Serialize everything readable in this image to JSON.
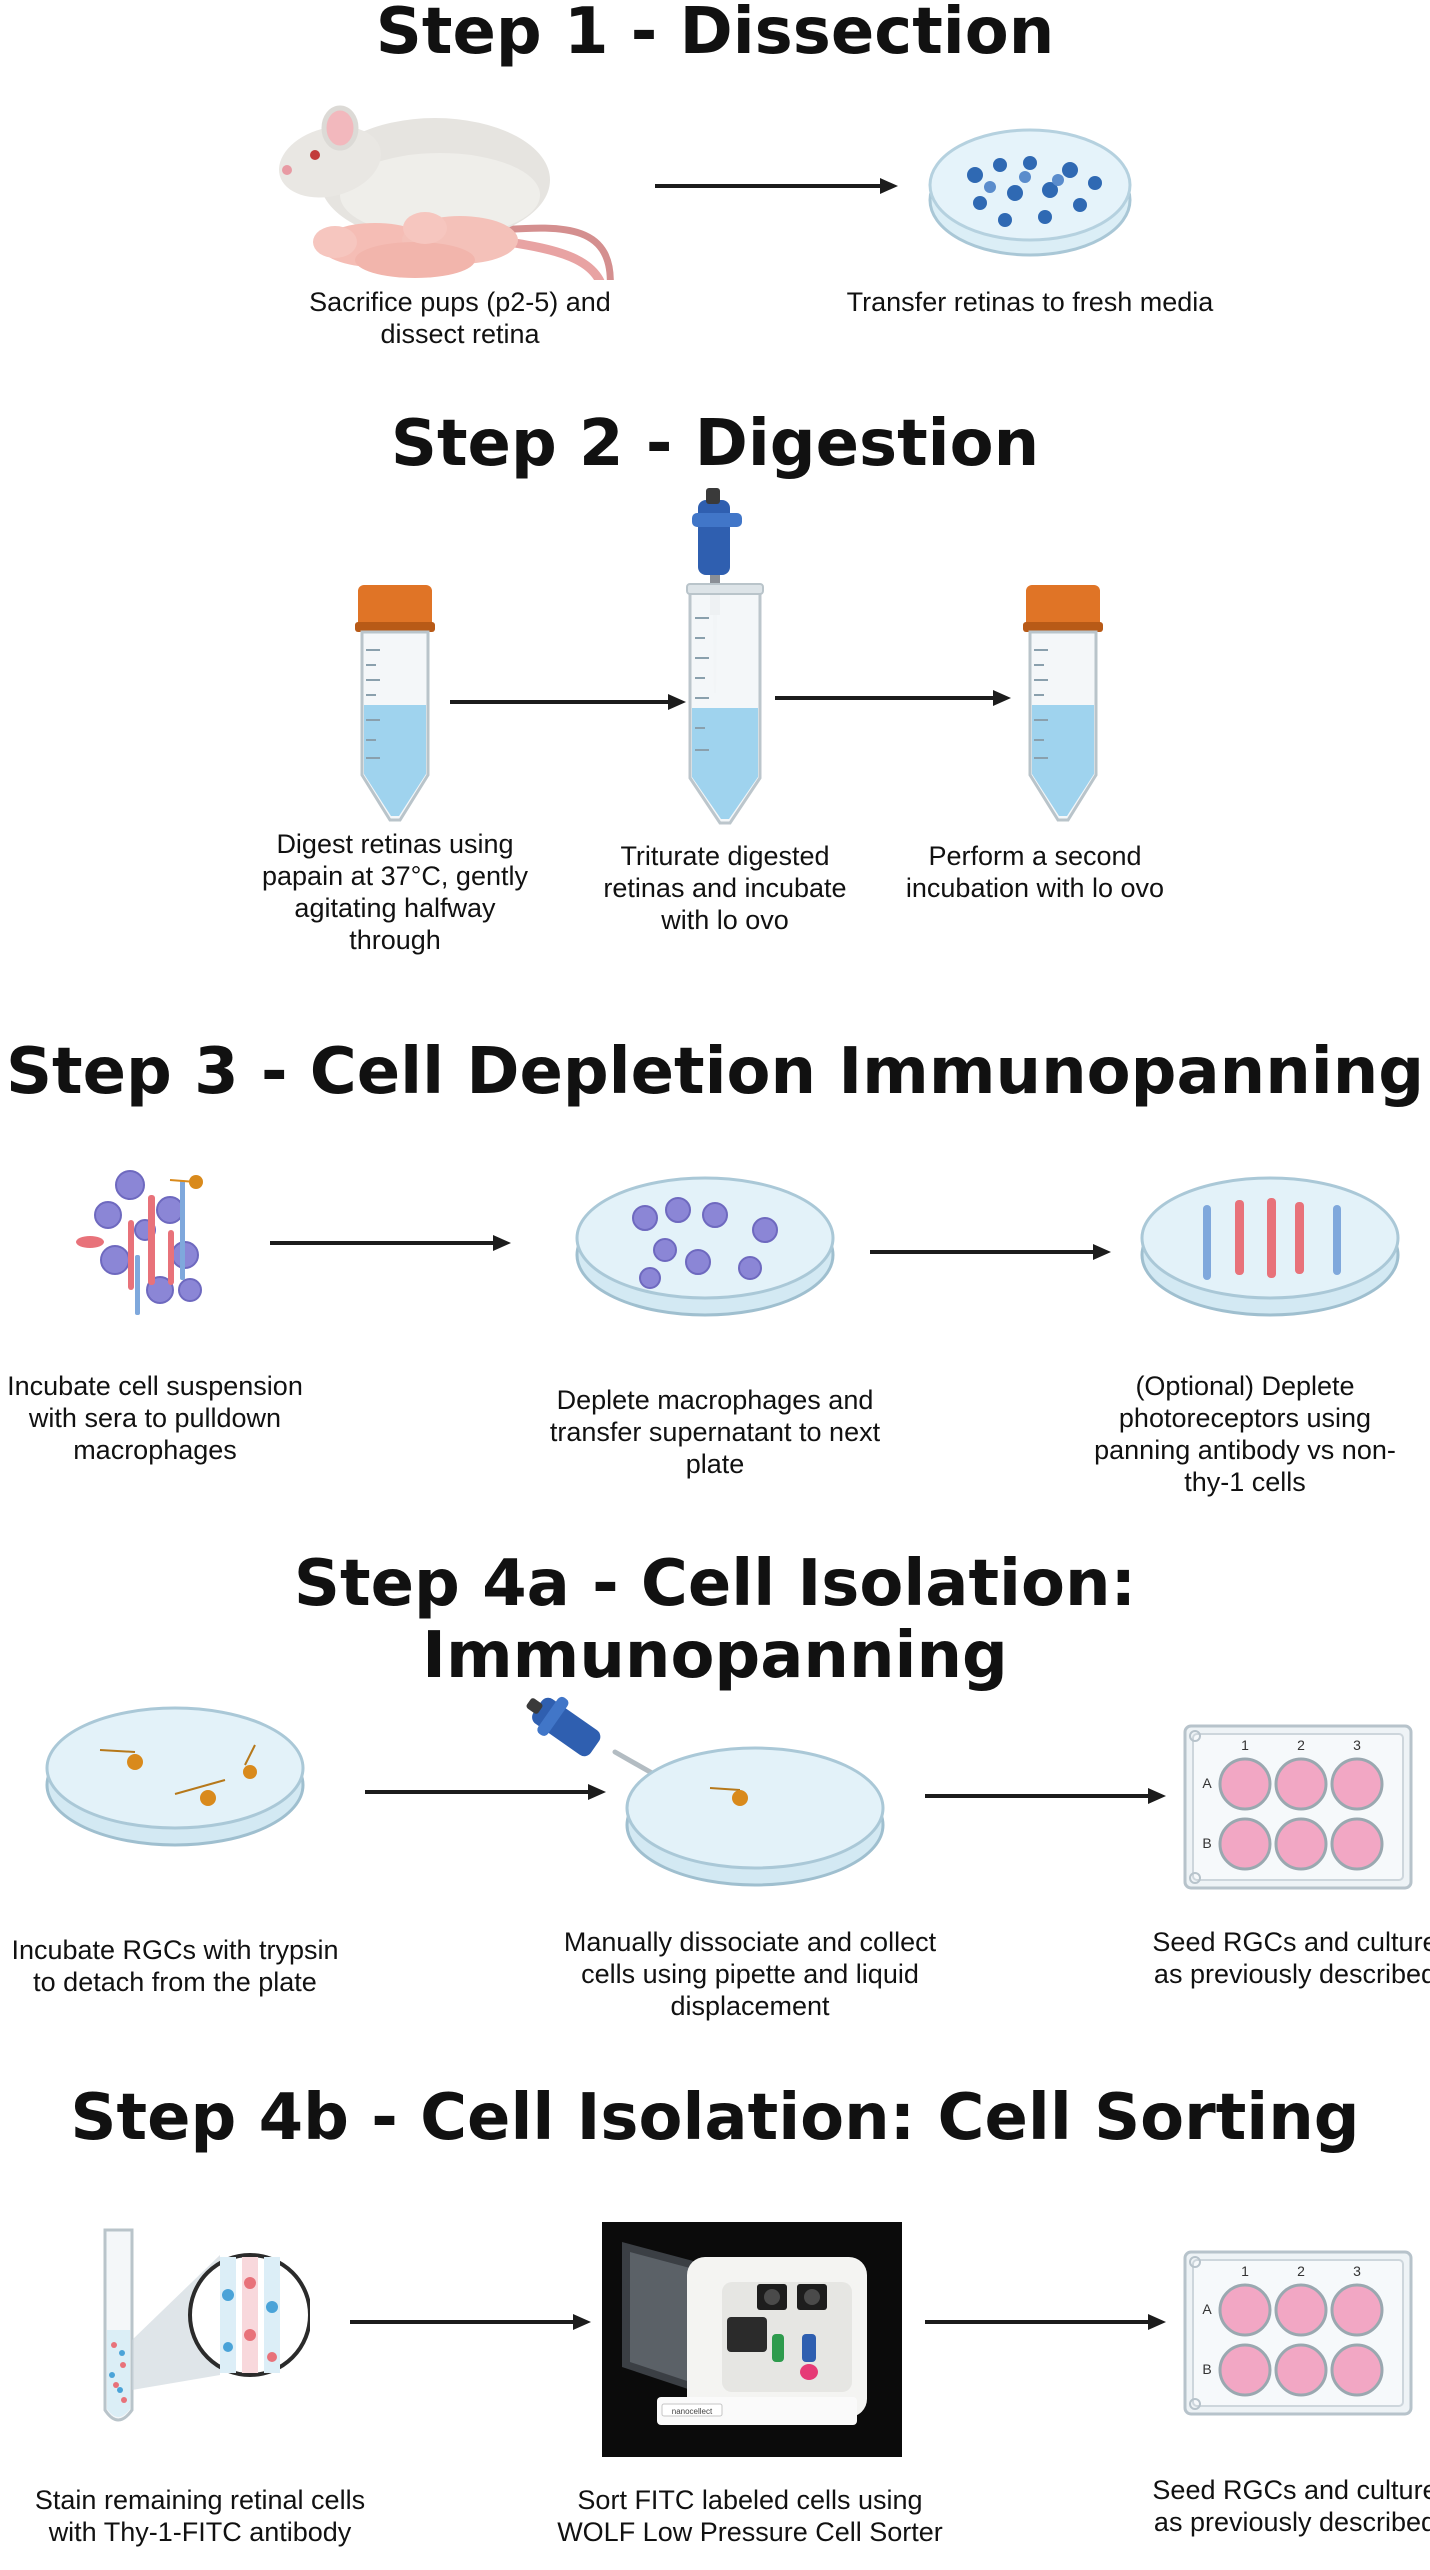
{
  "steps": [
    {
      "title": "Step 1 - Dissection",
      "captions": [
        "Sacrifice pups (p2-5) and dissect retina",
        "Transfer retinas to fresh media"
      ]
    },
    {
      "title": "Step 2 - Digestion",
      "captions": [
        "Digest retinas using papain at 37°C, gently agitating halfway through",
        "Triturate digested retinas and incubate with lo ovo",
        "Perform a second incubation with lo ovo"
      ]
    },
    {
      "title": "Step 3 - Cell Depletion Immunopanning",
      "captions": [
        "Incubate cell suspension with sera to pulldown macrophages",
        "Deplete macrophages and transfer supernatant to next plate",
        "(Optional) Deplete photoreceptors using panning antibody vs non-thy-1 cells"
      ]
    },
    {
      "title": "Step 4a - Cell Isolation: Immunopanning",
      "captions": [
        "Incubate RGCs with trypsin to detach from the plate",
        "Manually dissociate and collect cells using pipette and liquid displacement",
        "Seed RGCs and culture as previously described"
      ]
    },
    {
      "title": "Step 4b - Cell Isolation: Cell Sorting",
      "captions": [
        "Stain remaining retinal cells with Thy-1-FITC antibody",
        "Sort FITC labeled cells using WOLF Low Pressure Cell Sorter",
        "Seed RGCs and culture as previously described"
      ]
    }
  ],
  "well_plate": {
    "column_labels": [
      "1",
      "2",
      "3"
    ],
    "row_labels": [
      "A",
      "B"
    ]
  },
  "device_label": "nanocellect",
  "colors": {
    "tube_cap": "#e07426",
    "media_blue": "#9fd3ee",
    "dish_blue": "#d9eef7",
    "macrophage": "#8b86d6",
    "well_pink": "#f2a7c4",
    "rgc_body": "#d98a1c",
    "pipette_blue": "#2f5fb0"
  }
}
